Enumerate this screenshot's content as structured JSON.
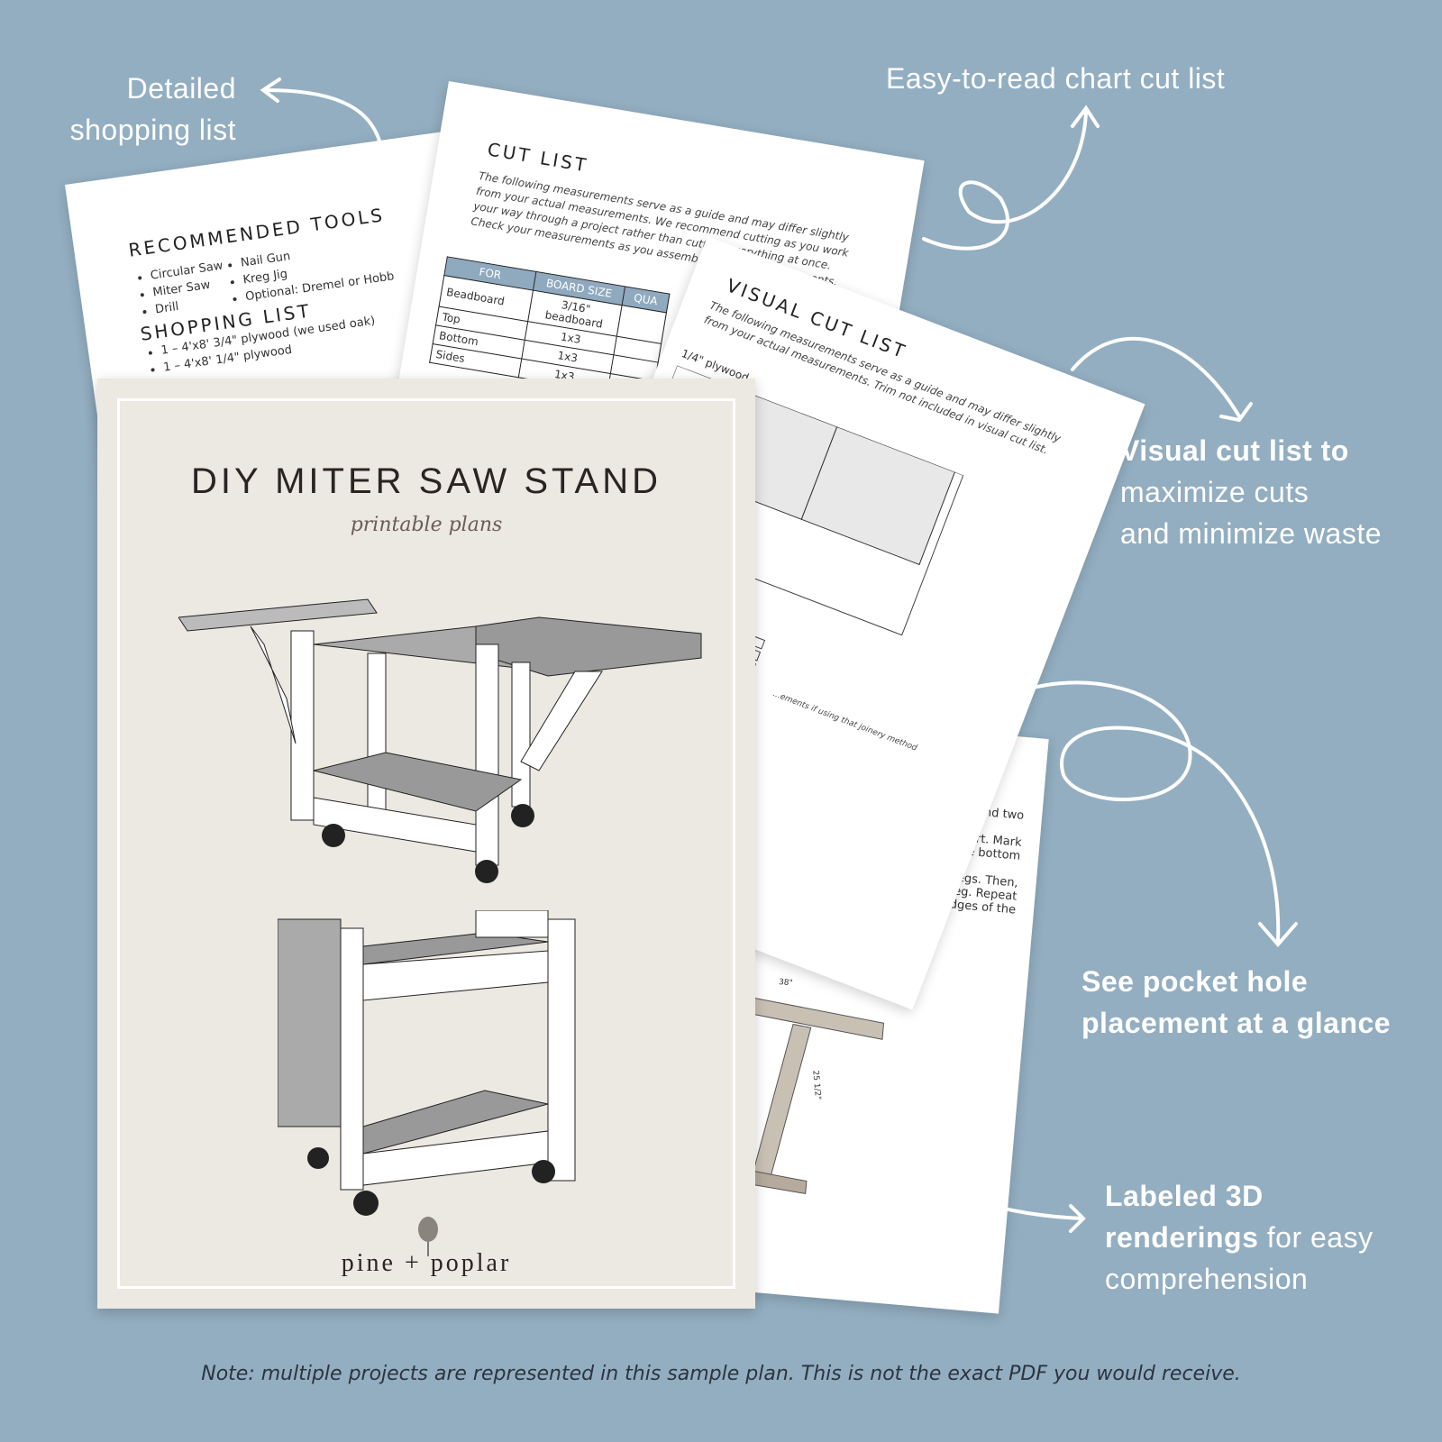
{
  "callouts": {
    "shopping": [
      "Detailed",
      "shopping list"
    ],
    "chart": "Easy-to-read chart cut list",
    "visual": {
      "bold": "Visual cut list to",
      "rest": [
        "maximize  cuts",
        "and minimize waste"
      ]
    },
    "pocket": [
      "See pocket hole",
      "placement at a glance"
    ],
    "renderings": {
      "bold1": "Labeled 3D",
      "bold2": "renderings",
      "rest": " for easy",
      "line3": "comprehension"
    }
  },
  "tools_page": {
    "tools_heading": "RECOMMENDED TOOLS",
    "tools_col1": [
      "Circular Saw",
      "Miter Saw",
      "Drill"
    ],
    "tools_col2": [
      "Nail Gun",
      "Kreg Jig",
      "Optional: Dremel or Hobb"
    ],
    "shopping_heading": "SHOPPING LIST",
    "shopping_items": [
      "1 – 4'x8' 3/4\" plywood (we used oak)",
      "1 – 4'x8' 1/4\" plywood"
    ]
  },
  "cut_list_page": {
    "heading": "CUT LIST",
    "intro": "The following measurements serve as a guide and may differ slightly from your actual measurements. We recommend cutting as you work your way through a project rather than cutting everything at once. Check your measurements as you assemble and make adjustments.",
    "columns": [
      "FOR",
      "BOARD SIZE",
      "QUA"
    ],
    "rows": [
      [
        "Beadboard",
        "3/16\" beadboard"
      ],
      [
        "Top",
        "1x3"
      ],
      [
        "Bottom",
        "1x3"
      ],
      [
        "Sides",
        "1x3"
      ]
    ]
  },
  "visual_cut_page": {
    "heading": "VISUAL CUT LIST",
    "intro": "The following measurements serve as a guide and may differ slightly from your actual measurements. Trim not included in visual cut list.",
    "material": "1/4\" plywood",
    "note": "...ements if using that joinery method"
  },
  "instructions_page": {
    "lines": [
      "...port, and two",
      "...upport. Mark",
      "...to the bottom",
      "...f the legs. Then,",
      "...each leg. Repeat",
      "...n the edges of the"
    ],
    "dimension_labels": [
      "38\"",
      "25 1/2\""
    ]
  },
  "cover": {
    "title": "DIY MITER SAW STAND",
    "subtitle": "printable plans",
    "brand": "pine + poplar"
  },
  "footer_note": "Note: multiple projects are represented in this sample plan. This is not the exact PDF you would receive.",
  "colors": {
    "background": "#93aec1",
    "cover": "#ece8e2",
    "table_header": "#8fa9bf"
  }
}
